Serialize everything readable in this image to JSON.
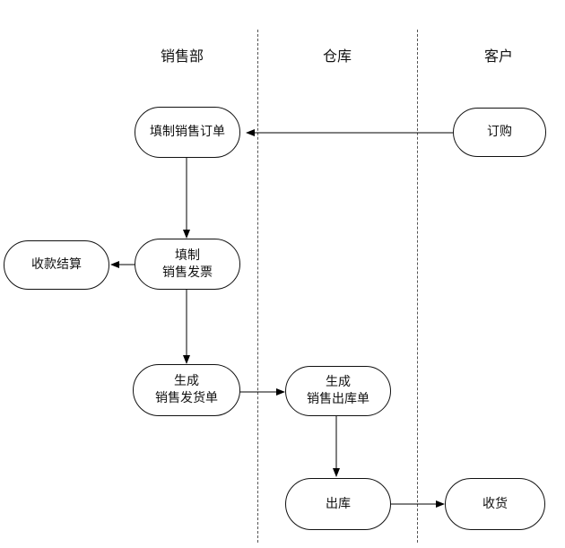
{
  "lanes": {
    "sales": "销售部",
    "warehouse": "仓库",
    "customer": "客户"
  },
  "nodes": {
    "order": "订购",
    "fill_order": "填制销售订单",
    "fill_invoice_1": "填制",
    "fill_invoice_2": "销售发票",
    "payment": "收款结算",
    "ship_note_1": "生成",
    "ship_note_2": "销售发货单",
    "outbound_1": "生成",
    "outbound_2": "销售出库单",
    "out": "出库",
    "receive": "收货"
  }
}
